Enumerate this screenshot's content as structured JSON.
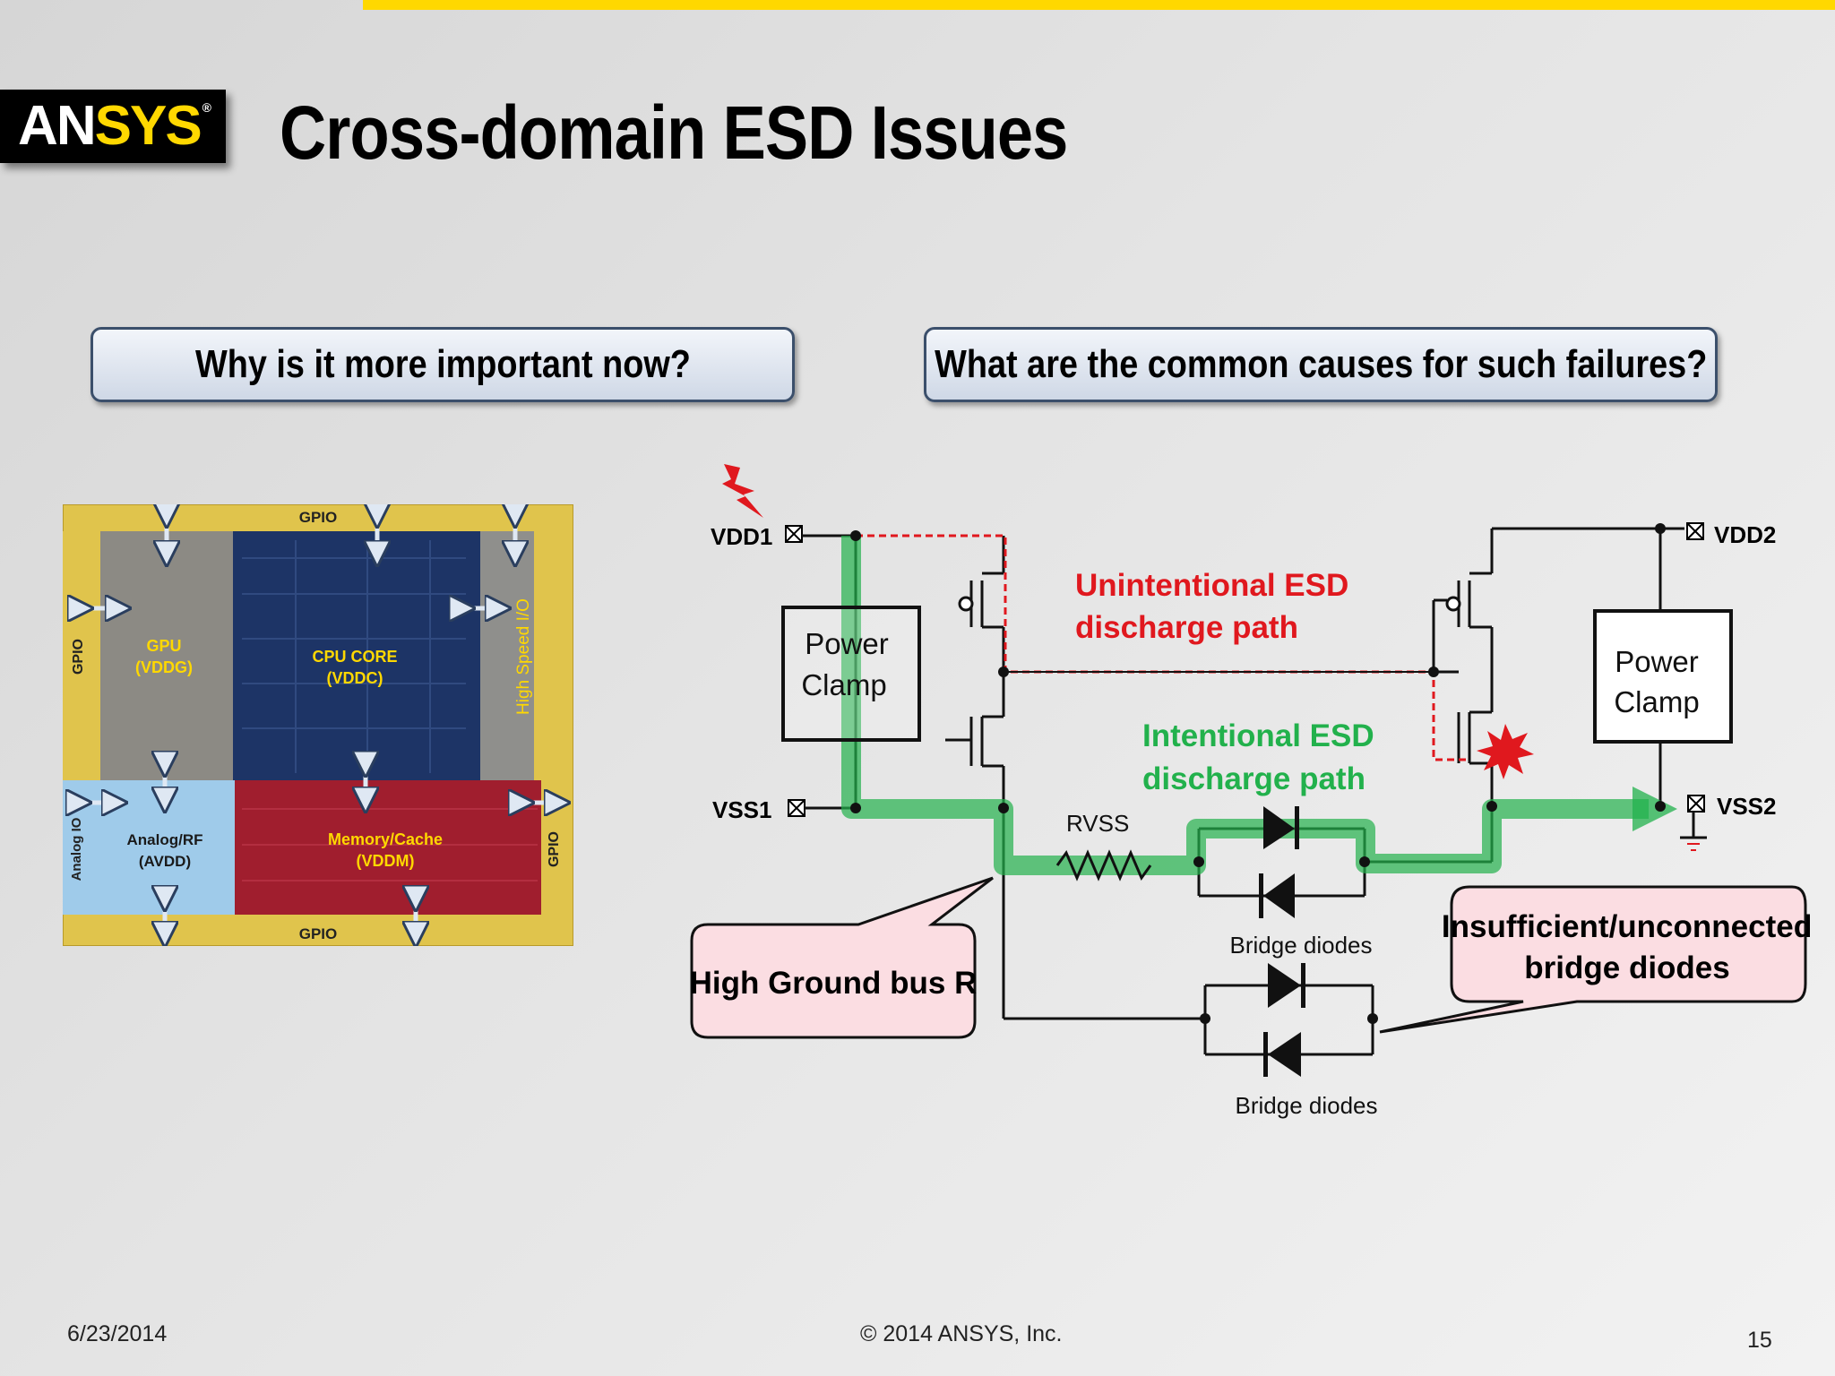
{
  "logo": {
    "an": "AN",
    "sys": "SYS",
    "reg": "®"
  },
  "title": "Cross-domain ESD Issues",
  "questions": {
    "q1": "Why is it more important now?",
    "q2": "What are the common causes for such failures?"
  },
  "chip": {
    "gpio_top": "GPIO",
    "gpio_bottom": "GPIO",
    "gpio_left": "GPIO",
    "gpio_right": "GPIO",
    "analog_io": "Analog IO",
    "high_speed_io": "High Speed I/O",
    "gpu": "GPU",
    "gpu_domain": "(VDDG)",
    "cpu": "CPU CORE",
    "cpu_domain": "(VDDC)",
    "analog": "Analog/RF",
    "analog_domain": "(AVDD)",
    "memory": "Memory/Cache",
    "memory_domain": "(VDDM)"
  },
  "circuit": {
    "vdd1": "VDD1",
    "vss1": "VSS1",
    "vdd2": "VDD2",
    "vss2": "VSS2",
    "clamp1_l1": "Power",
    "clamp1_l2": "Clamp",
    "clamp2_l1": "Power",
    "clamp2_l2": "Clamp",
    "unintentional_l1": "Unintentional ESD",
    "unintentional_l2": "discharge path",
    "intentional_l1": "Intentional ESD",
    "intentional_l2": "discharge path",
    "rvss": "RVSS",
    "bridge1": "Bridge diodes",
    "bridge2": "Bridge diodes",
    "callout1": "High Ground bus R",
    "callout2_l1": "Insufficient/unconnected",
    "callout2_l2": "bridge diodes"
  },
  "colors": {
    "accent_yellow": "#ffd800",
    "red_path": "#e0181e",
    "green_path": "#1faa4c",
    "callout_fill": "#fbdde2"
  },
  "footer": {
    "date": "6/23/2014",
    "copyright": "© 2014 ANSYS, Inc.",
    "page": "15"
  }
}
